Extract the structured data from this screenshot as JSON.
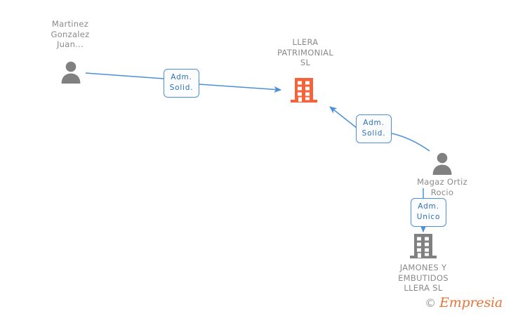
{
  "diagram": {
    "type": "corporate-relationship-graph",
    "background_color": "#ffffff",
    "accent_color": "#4d90d9",
    "company_color": "#f4633a",
    "person_color": "#808080",
    "text_color": "#8a8a8a",
    "nodes": [
      {
        "id": "person-martinez",
        "kind": "person",
        "icon": "person-icon",
        "label": "Martinez\nGonzalez\nJuan...",
        "color": "#808080"
      },
      {
        "id": "company-llera-patrimonial",
        "kind": "company",
        "icon": "building-icon",
        "label": "LLERA\nPATRIMONIAL\nSL",
        "color": "#f4633a"
      },
      {
        "id": "person-magaz",
        "kind": "person",
        "icon": "person-icon",
        "label": "Magaz Ortiz\nRocio",
        "color": "#808080"
      },
      {
        "id": "company-jamones",
        "kind": "company",
        "icon": "building-icon",
        "label": "JAMONES Y\nEMBUTIDOS\nLLERA SL",
        "color": "#808080"
      }
    ],
    "edges": [
      {
        "id": "edge-martinez-to-llera",
        "from": "person-martinez",
        "to": "company-llera-patrimonial",
        "label": "Adm.\nSolid."
      },
      {
        "id": "edge-magaz-to-llera",
        "from": "person-magaz",
        "to": "company-llera-patrimonial",
        "label": "Adm.\nSolid."
      },
      {
        "id": "edge-magaz-to-jamones",
        "from": "person-magaz",
        "to": "company-jamones",
        "label": "Adm.\nUnico"
      }
    ]
  },
  "watermark": {
    "copyright_symbol": "©",
    "brand": "Empresia"
  }
}
